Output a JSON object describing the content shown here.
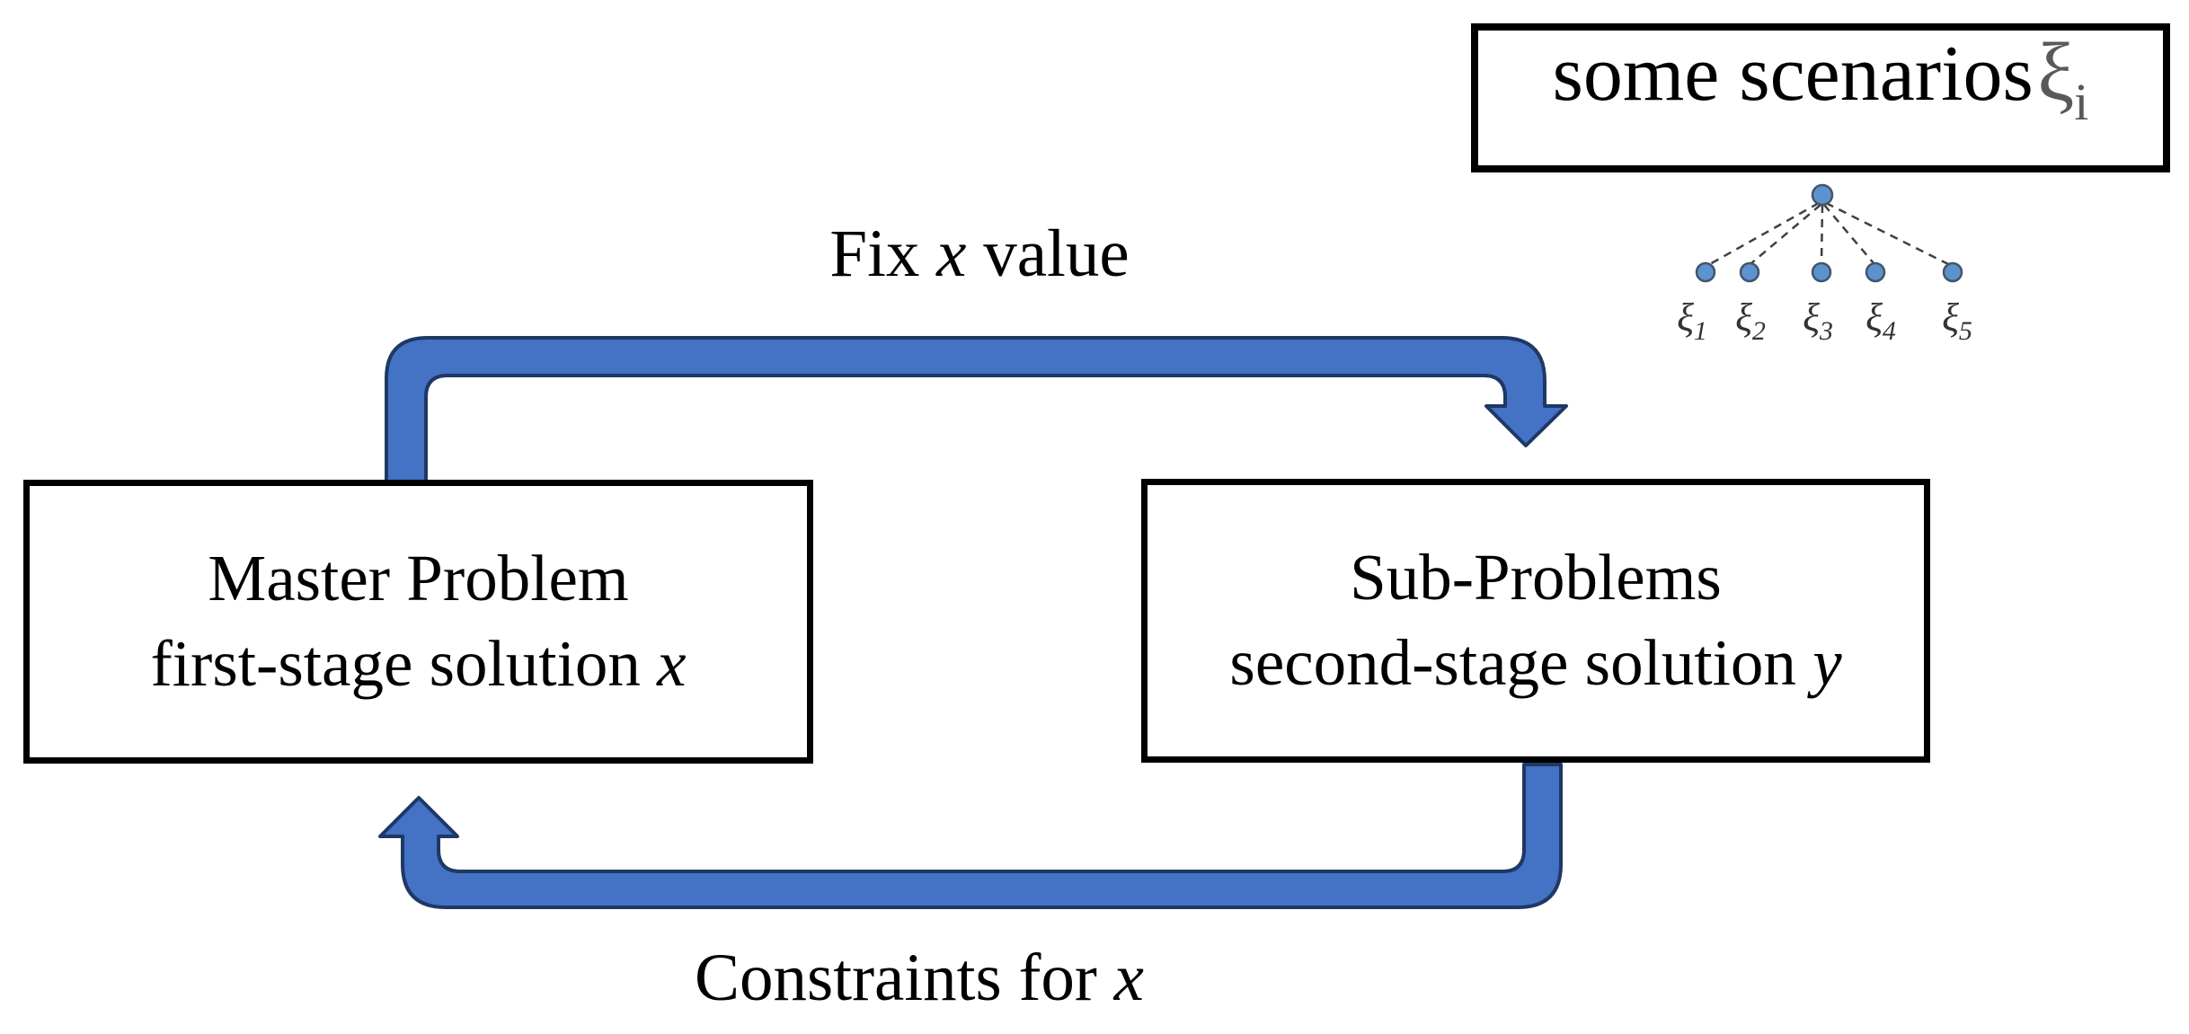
{
  "boxes": {
    "master": {
      "title": "Master Problem",
      "subtitle": "first-stage solution",
      "variable": "x"
    },
    "sub": {
      "title": "Sub-Problems",
      "subtitle": "second-stage solution",
      "variable": "y"
    },
    "scenarios": {
      "text": "some scenarios",
      "symbol": "ξ",
      "subscript": "i"
    }
  },
  "arrows": {
    "fix": {
      "prefix": "Fix",
      "variable": "x",
      "suffix": "value"
    },
    "constraints": {
      "prefix": "Constraints for",
      "variable": "x"
    }
  },
  "scenario_tree": {
    "labels": [
      {
        "symbol": "ξ",
        "sub": "1"
      },
      {
        "symbol": "ξ",
        "sub": "2"
      },
      {
        "symbol": "ξ",
        "sub": "3"
      },
      {
        "symbol": "ξ",
        "sub": "4"
      },
      {
        "symbol": "ξ",
        "sub": "5"
      }
    ]
  },
  "colors": {
    "arrow_fill": "#4472c4",
    "arrow_stroke": "#1f3864",
    "node_fill": "#5b93ce",
    "node_stroke": "#44546a",
    "tree_line": "#404040",
    "tree_label": "#333333",
    "box_border": "#000000",
    "text": "#000000",
    "scenario_symbol": "#595959"
  }
}
